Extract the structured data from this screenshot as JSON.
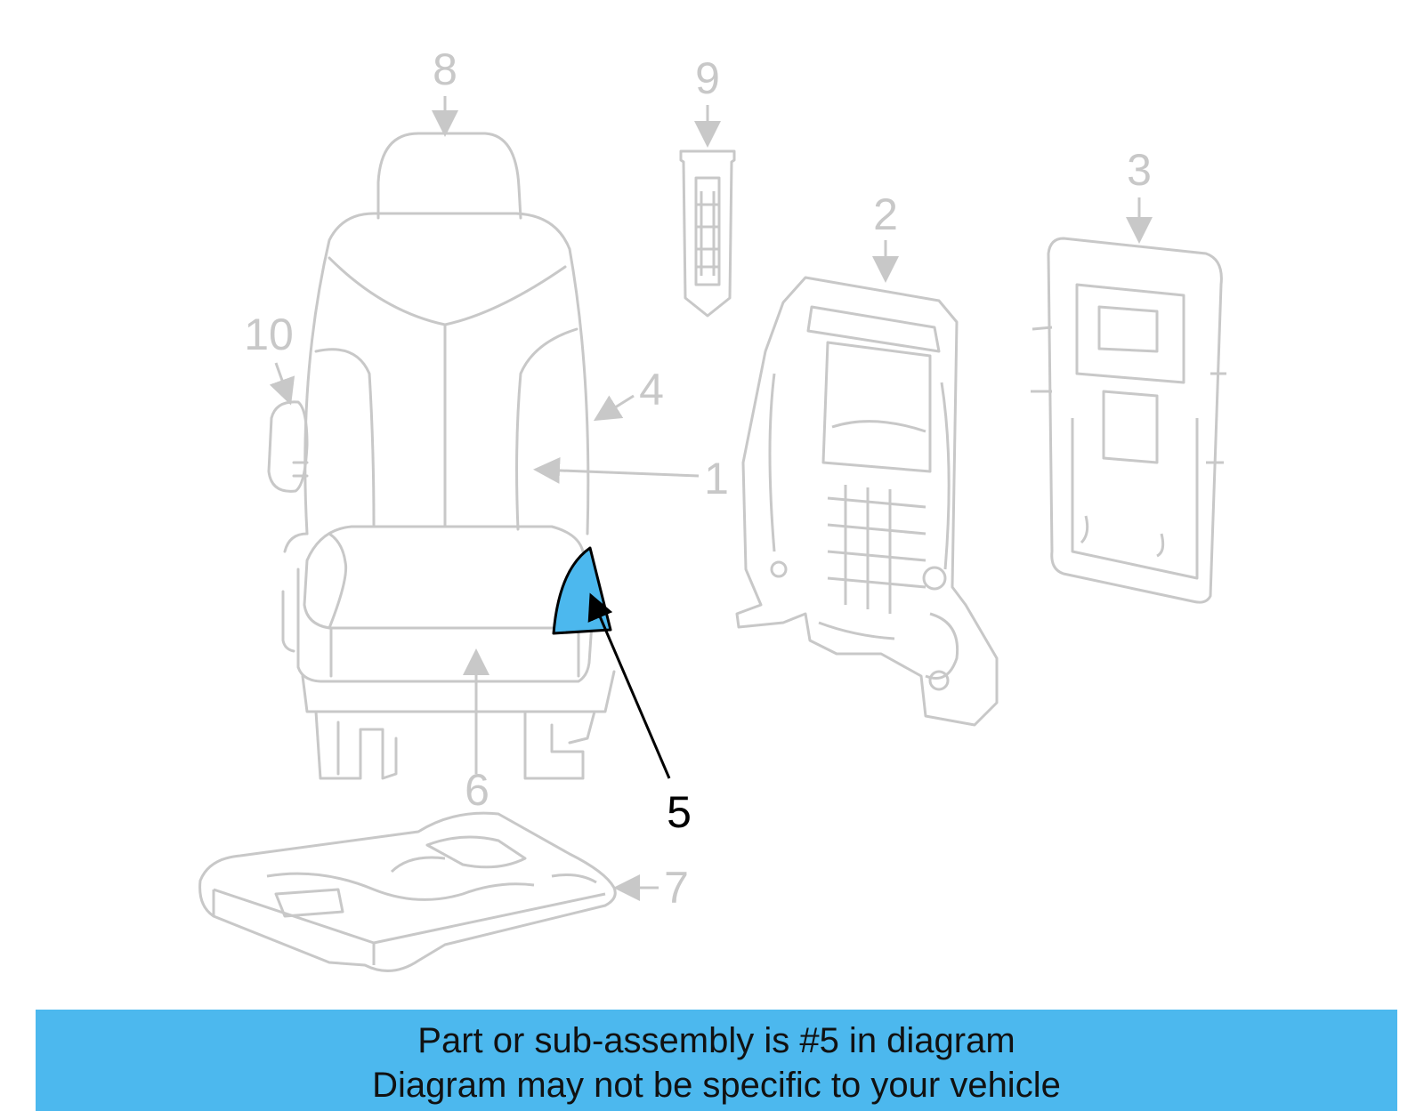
{
  "diagram": {
    "callouts": {
      "c1": "1",
      "c2": "2",
      "c3": "3",
      "c4": "4",
      "c5": "5",
      "c6": "6",
      "c7": "7",
      "c8": "8",
      "c9": "9",
      "c10": "10"
    },
    "highlighted_part": "5",
    "colors": {
      "line": "#c8c8c8",
      "highlight_fill": "#4cb8ee",
      "active": "#000000"
    }
  },
  "banner": {
    "line1": "Part or sub-assembly is #5 in diagram",
    "line2": "Diagram may not be specific to your vehicle",
    "background": "#4cb8ee"
  }
}
